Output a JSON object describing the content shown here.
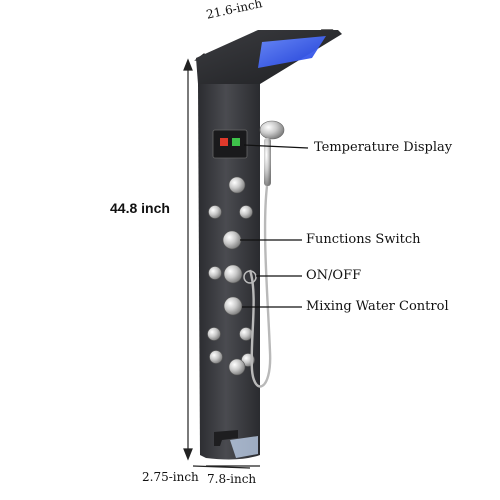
{
  "dimensions": {
    "width": "21.6-inch",
    "height": "44.8 inch",
    "depth": "2.75-inch",
    "base_width": "7.8-inch"
  },
  "callouts": [
    {
      "label": "Temperature Display"
    },
    {
      "label": "Functions Switch"
    },
    {
      "label": "ON/OFF"
    },
    {
      "label": "Mixing Water Control"
    }
  ],
  "colors": {
    "panel": "#3a3b3f",
    "led": "#2f5bff",
    "chrome": "#d8d8d8",
    "display_red": "#e0392b",
    "display_green": "#3ec24a"
  }
}
